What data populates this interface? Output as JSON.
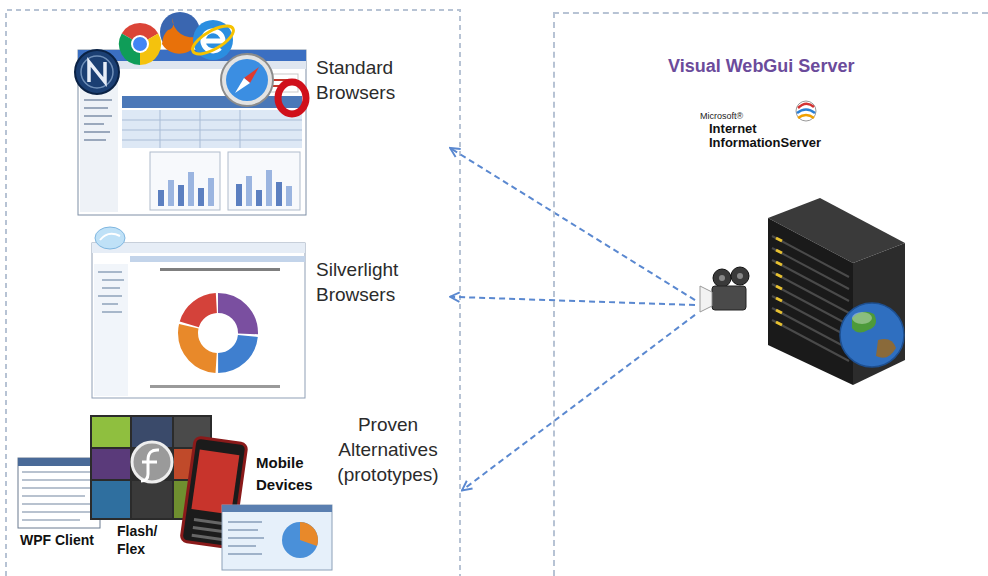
{
  "diagram": {
    "nodes": [
      {
        "text": [
          "Standard Browsers"
        ]
      },
      {
        "text": [
          "Silverlight Browsers"
        ]
      },
      {
        "text": [
          "Proven Alternatives (prototypes)",
          "Mobile Devices",
          "WPF Client",
          "Flash/ Flex"
        ]
      },
      {
        "text": [
          "Visual WebGui Server"
        ]
      },
      {
        "text": [
          "Microsoft®",
          "Internet InformationServer"
        ],
        "in": 3
      }
    ],
    "edges": [
      {
        "from": 4,
        "to": 0,
        "arrow": "to"
      },
      {
        "from": 4,
        "to": 1,
        "arrow": "to"
      },
      {
        "from": 4,
        "to": 2,
        "arrow": "to"
      }
    ]
  }
}
